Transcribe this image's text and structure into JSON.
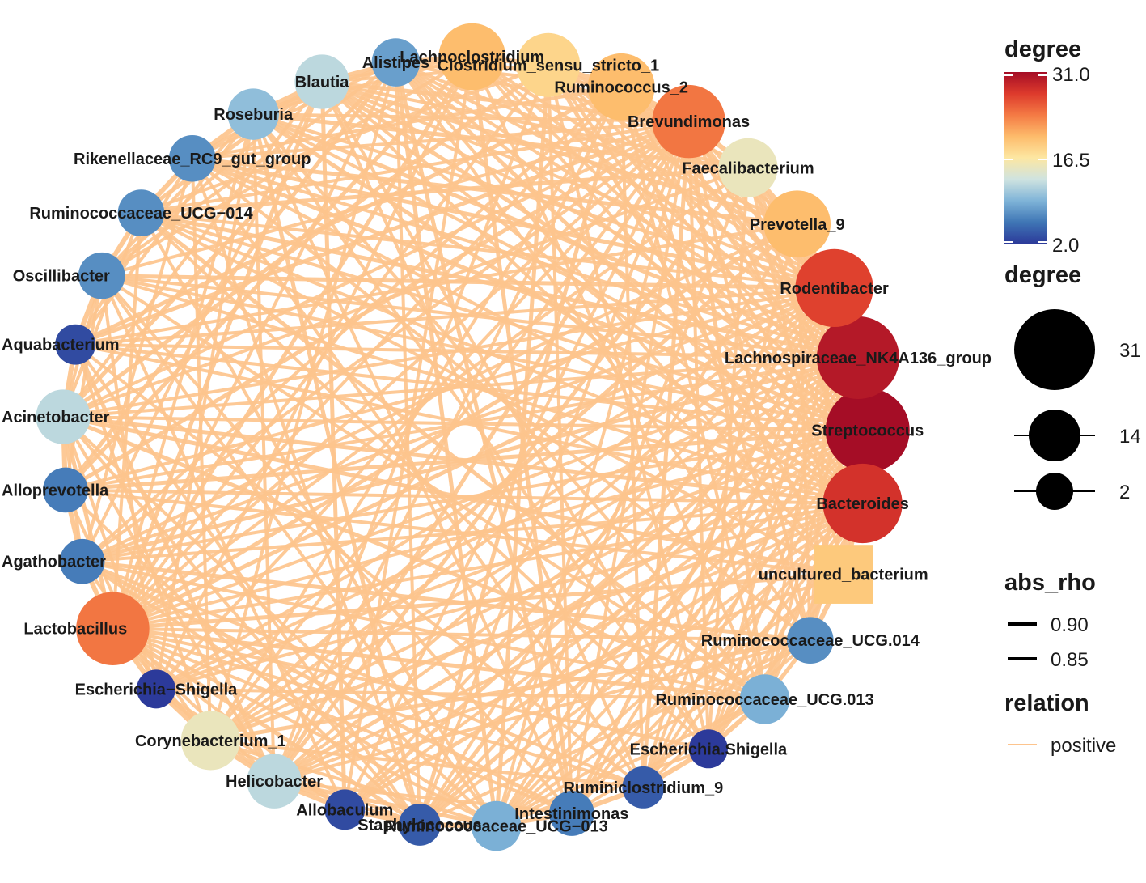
{
  "network": {
    "edge_color": "#fdc48d",
    "nodes": [
      {
        "label": "Streptococcus",
        "degree": 31,
        "shape": "circle"
      },
      {
        "label": "Lachnospiraceae_NK4A136_group",
        "degree": 30,
        "shape": "circle"
      },
      {
        "label": "Rodentibacter",
        "degree": 27,
        "shape": "circle"
      },
      {
        "label": "Prevotella_9",
        "degree": 20,
        "shape": "circle"
      },
      {
        "label": "Faecalibacterium",
        "degree": 15,
        "shape": "circle"
      },
      {
        "label": "Brevundimonas",
        "degree": 24,
        "shape": "circle"
      },
      {
        "label": "Ruminococcus_2",
        "degree": 20,
        "shape": "circle"
      },
      {
        "label": "Clostridium_sensu_stricto_1",
        "degree": 18,
        "shape": "circle"
      },
      {
        "label": "Lachnoclostridium",
        "degree": 20,
        "shape": "circle"
      },
      {
        "label": "Alistipes",
        "degree": 8,
        "shape": "circle"
      },
      {
        "label": "Blautia",
        "degree": 12,
        "shape": "circle"
      },
      {
        "label": "Roseburia",
        "degree": 10,
        "shape": "circle"
      },
      {
        "label": "Rikenellaceae_RC9_gut_group",
        "degree": 7,
        "shape": "circle"
      },
      {
        "label": "Ruminococcaceae_UCG−014",
        "degree": 7,
        "shape": "circle"
      },
      {
        "label": "Oscillibacter",
        "degree": 7,
        "shape": "circle"
      },
      {
        "label": "Aquabacterium",
        "degree": 3,
        "shape": "circle"
      },
      {
        "label": "Acinetobacter",
        "degree": 12,
        "shape": "circle"
      },
      {
        "label": "Alloprevotella",
        "degree": 6,
        "shape": "circle"
      },
      {
        "label": "Agathobacter",
        "degree": 6,
        "shape": "circle"
      },
      {
        "label": "Lactobacillus",
        "degree": 24,
        "shape": "circle"
      },
      {
        "label": "Escherichia−Shigella",
        "degree": 2,
        "shape": "circle"
      },
      {
        "label": "Corynebacterium_1",
        "degree": 15,
        "shape": "circle"
      },
      {
        "label": "Helicobacter",
        "degree": 12,
        "shape": "circle"
      },
      {
        "label": "Allobaculum",
        "degree": 3,
        "shape": "circle"
      },
      {
        "label": "Staphylococcus",
        "degree": 4,
        "shape": "circle"
      },
      {
        "label": "Ruminococcaceae_UCG−013",
        "degree": 9,
        "shape": "circle"
      },
      {
        "label": "Intestinimonas",
        "degree": 6,
        "shape": "circle"
      },
      {
        "label": "Ruminiclostridium_9",
        "degree": 4,
        "shape": "circle"
      },
      {
        "label": "Escherichia.Shigella",
        "degree": 2,
        "shape": "circle"
      },
      {
        "label": "Ruminococcaceae_UCG.013",
        "degree": 9,
        "shape": "circle"
      },
      {
        "label": "Ruminococcaceae_UCG.014",
        "degree": 7,
        "shape": "circle"
      },
      {
        "label": "uncultured_bacterium",
        "degree": 19,
        "shape": "square"
      },
      {
        "label": "Bacteroides",
        "degree": 28,
        "shape": "circle"
      }
    ]
  },
  "legend": {
    "color_title": "degree",
    "color_ticks": [
      "31.0",
      "16.5",
      "2.0"
    ],
    "color_range": [
      2.0,
      31.0
    ],
    "colors": [
      "#2c3a9a",
      "#3f76b5",
      "#7fb4d8",
      "#cfe3e0",
      "#fde7a2",
      "#fdbb6b",
      "#f47a44",
      "#dd3a2c",
      "#a50d26"
    ],
    "size_title": "degree",
    "size_ticks": [
      "31",
      "14",
      "2"
    ],
    "width_title": "abs_rho",
    "width_ticks": [
      "0.90",
      "0.85"
    ],
    "relation_title": "relation",
    "relation_ticks": [
      "positive"
    ]
  }
}
